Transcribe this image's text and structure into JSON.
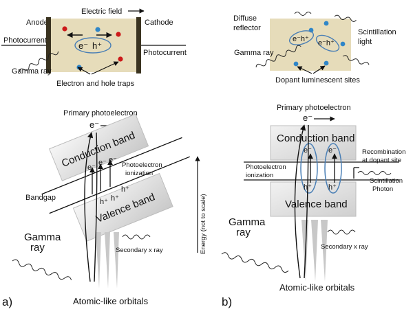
{
  "colors": {
    "crystal": "#e6dcba",
    "electrode": "#3a3320",
    "trap": "#cc1a1a",
    "luminescent_site": "#2f86c8",
    "band_light": "#f4f4f4",
    "band_dark": "#c8c8c8",
    "xray": "#c8c8c8",
    "pair_outline": "#4a7fb5"
  },
  "panel_a": {
    "top": {
      "electric_field": "Electric field",
      "arrow": "⟶",
      "anode": "Anode",
      "cathode": "Cathode",
      "photocurrent_left": "Photocurrent",
      "photocurrent_right": "Photocurrent",
      "gamma_ray": "Gamma ray",
      "traps": "Electron and hole traps",
      "pair_e": "e⁻",
      "pair_h": "h⁺"
    },
    "bands": {
      "primary": "Primary photoelectron",
      "e_top": "e⁻",
      "conduction": "Conduction band",
      "valence": "Valence band",
      "bandgap": "Bandgap",
      "ionization": [
        "Photoelectron",
        "ionization"
      ],
      "electrons": [
        "e⁻",
        "e⁻",
        "e⁻"
      ],
      "holes": [
        "h⁺",
        "h⁺",
        "h⁺"
      ],
      "gamma": [
        "Gamma",
        "ray"
      ],
      "secondary": "Secondary x ray",
      "orbitals": "Atomic-like orbitals",
      "label": "a)"
    }
  },
  "energy_axis": "Energy (not to scale)",
  "panel_b": {
    "top": {
      "diffuse": [
        "Diffuse",
        "reflector"
      ],
      "scintillation": [
        "Scintillation",
        "light"
      ],
      "gamma_ray": "Gamma ray",
      "dopant": "Dopant luminescent sites",
      "pair1": "e⁻h⁺",
      "pair2": "e⁻h⁺"
    },
    "bands": {
      "primary": "Primary photoelectron",
      "e_top": "e⁻",
      "conduction": "Conduction band",
      "valence": "Valence band",
      "recombination": [
        "Recombination",
        "at dopant site"
      ],
      "ionization": [
        "Photoelectron",
        "ionization"
      ],
      "scint_photon": [
        "Scintillation",
        "Photon"
      ],
      "electrons": [
        "e⁻",
        "e⁻"
      ],
      "holes": [
        "h⁺",
        "h⁺"
      ],
      "gamma": [
        "Gamma",
        "ray"
      ],
      "secondary": "Secondary x ray",
      "orbitals": "Atomic-like orbitals",
      "label": "b)"
    }
  }
}
